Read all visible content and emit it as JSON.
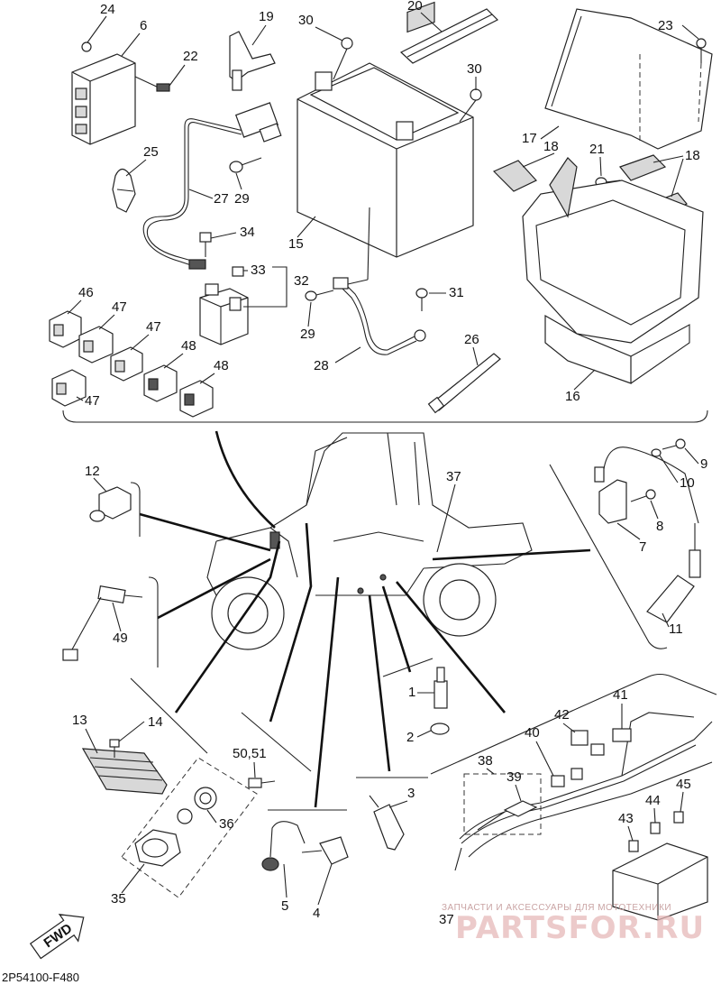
{
  "diagram_code": "2P54100-F480",
  "fwd_label": "FWD",
  "watermark": {
    "line1": "ЗАПЧАСТИ И АКСЕССУАРЫ ДЛЯ МОТОТЕХНИКИ",
    "line2": "PARTSFOR.RU"
  },
  "callouts": {
    "c1": "1",
    "c2": "2",
    "c3": "3",
    "c4": "4",
    "c5": "5",
    "c6": "6",
    "c7": "7",
    "c8": "8",
    "c9": "9",
    "c10": "10",
    "c11": "11",
    "c12": "12",
    "c13": "13",
    "c14": "14",
    "c15": "15",
    "c16": "16",
    "c17": "17",
    "c18a": "18",
    "c18b": "18",
    "c19": "19",
    "c20": "20",
    "c21": "21",
    "c22": "22",
    "c23": "23",
    "c24": "24",
    "c25": "25",
    "c26": "26",
    "c27": "27",
    "c28": "28",
    "c29a": "29",
    "c29b": "29",
    "c30a": "30",
    "c30b": "30",
    "c31": "31",
    "c32": "32",
    "c33": "33",
    "c34": "34",
    "c35": "35",
    "c36": "36",
    "c37a": "37",
    "c37b": "37",
    "c38": "38",
    "c39": "39",
    "c40": "40",
    "c41": "41",
    "c42": "42",
    "c43": "43",
    "c44": "44",
    "c45": "45",
    "c46": "46",
    "c47a": "47",
    "c47b": "47",
    "c47c": "47",
    "c48a": "48",
    "c48b": "48",
    "c49": "49",
    "c5051": "50,51"
  }
}
